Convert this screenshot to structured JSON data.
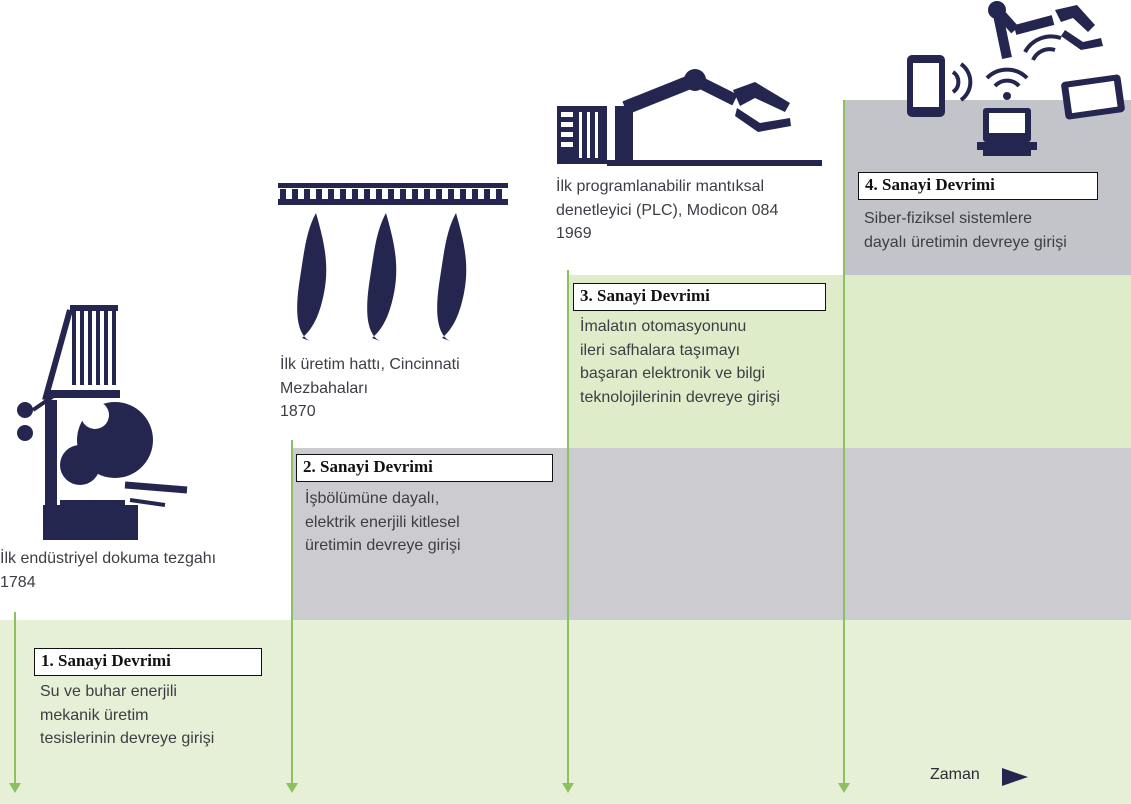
{
  "stages": [
    {
      "title": "1. Sanayi Devrimi",
      "description": "Su ve buhar enerjili\nmekanik üretim\ntesislerinin devreye girişi",
      "caption": "İlk endüstriyel dokuma tezgahı\n1784",
      "icon": "loom-icon"
    },
    {
      "title": "2. Sanayi Devrimi",
      "description": "İşbölümüne dayalı,\nelektrik enerjili kitlesel\nüretimin devreye girişi",
      "caption": "İlk üretim hattı, Cincinnati\nMezbahaları\n1870",
      "icon": "conveyor-carcass-icon"
    },
    {
      "title": "3. Sanayi Devrimi",
      "description": "İmalatın otomasyonunu\nileri safhalara taşımayı\nbaşaran elektronik ve bilgi\nteknolojilerinin devreye girişi",
      "caption": "İlk programlanabilir mantıksal\ndenetleyici (PLC), Modicon 084\n1969",
      "icon": "plc-robot-arm-icon"
    },
    {
      "title": "4. Sanayi Devrimi",
      "description": "Siber-fiziksel sistemlere\ndayalı üretimin devreye girişi",
      "caption": "",
      "icon": "connected-devices-icon"
    }
  ],
  "time_label": "Zaman",
  "colors": {
    "icon": "#25264f",
    "green_band": "#dfecc9",
    "gray_band": "#cbcbd0",
    "arrow_line": "#8dc063"
  }
}
